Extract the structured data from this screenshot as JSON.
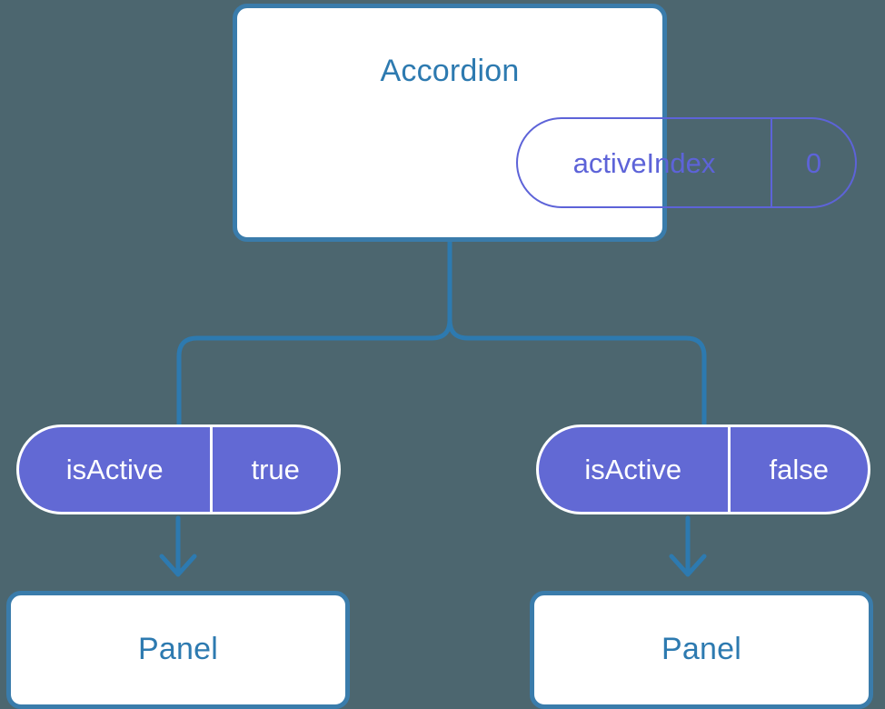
{
  "diagram": {
    "type": "component-tree",
    "background_color": "#4c666f",
    "accent_blue": "#3a7cab",
    "title_blue": "#2d7ab0",
    "pill_indigo": "#6269d4",
    "pill_outline_indigo": "#5d63d8"
  },
  "root": {
    "title": "Accordion",
    "prop": {
      "key": "activeIndex",
      "value": "0"
    }
  },
  "branches": [
    {
      "prop": {
        "key": "isActive",
        "value": "true"
      },
      "child": {
        "title": "Panel"
      }
    },
    {
      "prop": {
        "key": "isActive",
        "value": "false"
      },
      "child": {
        "title": "Panel"
      }
    }
  ]
}
